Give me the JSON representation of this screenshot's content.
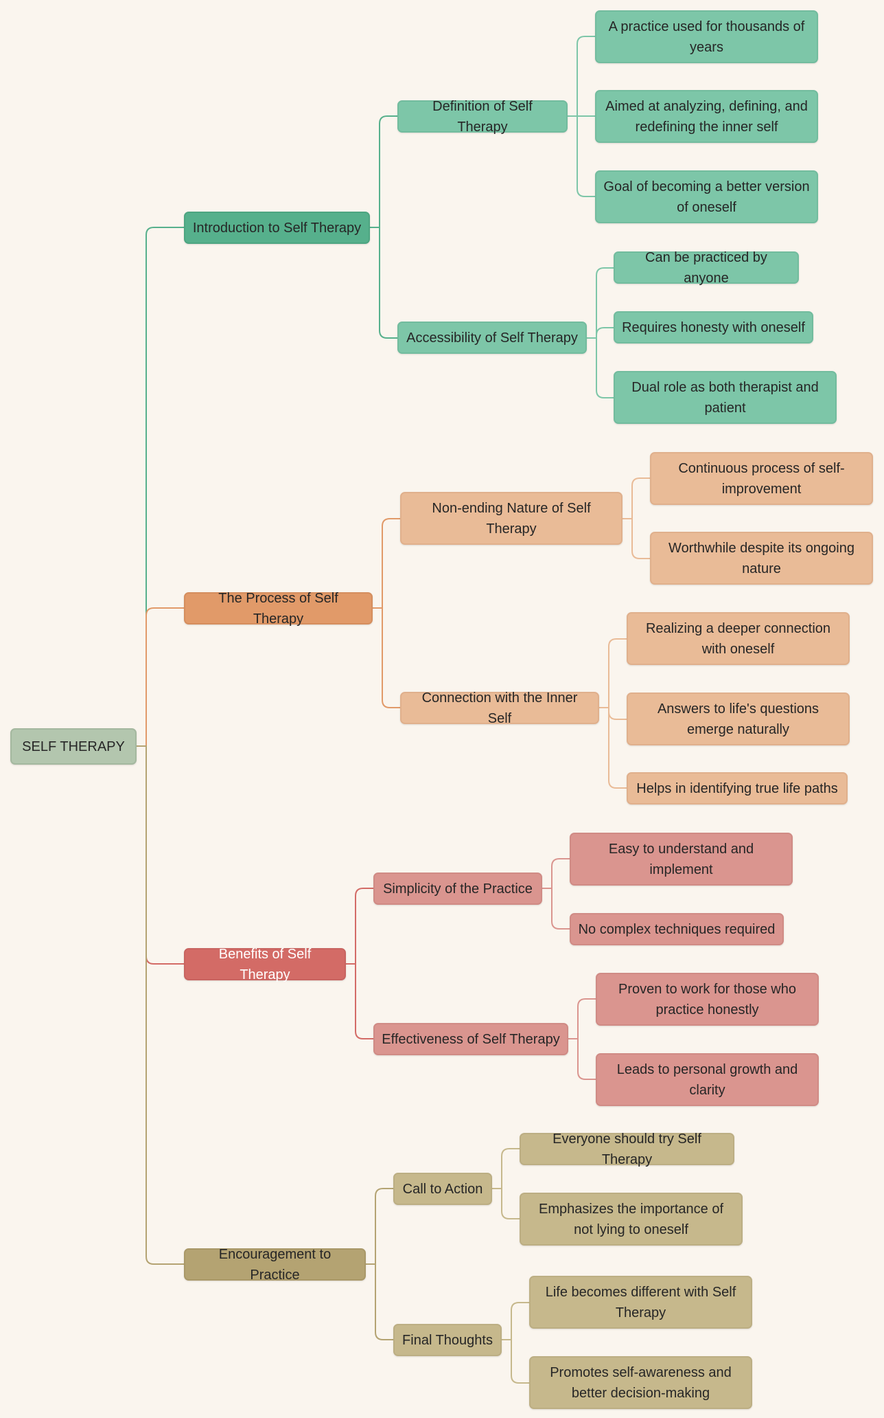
{
  "colors": {
    "background": "#FAF5EE",
    "root": "#B3C6AE",
    "green_branch": "#56B08C",
    "green_leaf": "#7DC6A8",
    "orange_branch": "#E19A69",
    "orange_leaf": "#E9BB97",
    "red_branch": "#D36B66",
    "red_leaf": "#DA958F",
    "olive_branch": "#B4A372",
    "olive_leaf": "#C6B88C"
  },
  "mindmap": {
    "root": "SELF THERAPY",
    "branches": [
      {
        "label": "Introduction to Self Therapy",
        "topics": [
          {
            "label": "Definition of Self Therapy",
            "points": [
              "A practice used for thousands of years",
              "Aimed at analyzing, defining, and redefining the inner self",
              "Goal of becoming a better version of oneself"
            ]
          },
          {
            "label": "Accessibility of Self Therapy",
            "points": [
              "Can be practiced by anyone",
              "Requires honesty with oneself",
              "Dual role as both therapist and patient"
            ]
          }
        ]
      },
      {
        "label": "The Process of Self Therapy",
        "topics": [
          {
            "label": "Non-ending Nature of Self Therapy",
            "points": [
              "Continuous process of self-improvement",
              "Worthwhile despite its ongoing nature"
            ]
          },
          {
            "label": "Connection with the Inner Self",
            "points": [
              "Realizing a deeper connection with oneself",
              "Answers to life's questions emerge naturally",
              "Helps in identifying true life paths"
            ]
          }
        ]
      },
      {
        "label": "Benefits of Self Therapy",
        "topics": [
          {
            "label": "Simplicity of the Practice",
            "points": [
              "Easy to understand and implement",
              "No complex techniques required"
            ]
          },
          {
            "label": "Effectiveness of Self Therapy",
            "points": [
              "Proven to work for those who practice honestly",
              "Leads to personal growth and clarity"
            ]
          }
        ]
      },
      {
        "label": "Encouragement to Practice",
        "topics": [
          {
            "label": "Call to Action",
            "points": [
              "Everyone should try Self Therapy",
              "Emphasizes the importance of not lying to oneself"
            ]
          },
          {
            "label": "Final Thoughts",
            "points": [
              "Life becomes different with Self Therapy",
              "Promotes self-awareness and better decision-making"
            ]
          }
        ]
      }
    ]
  }
}
